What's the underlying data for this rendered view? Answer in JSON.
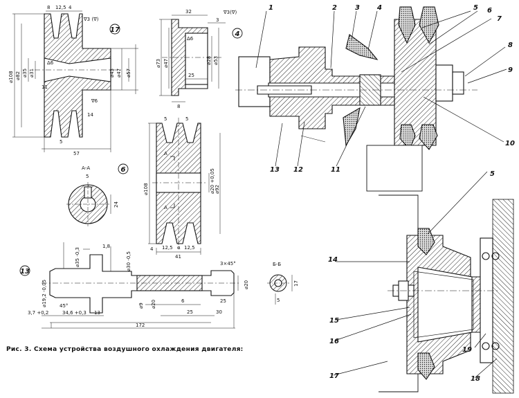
{
  "caption": "Рис. 3. Схема устройства воздушного охлаждения двигателя:",
  "views": {
    "pulley_17": {
      "circle_label": "17",
      "dims": [
        "8",
        "12,5",
        "4",
        "∇3 (∇)",
        "⌀108",
        "⌀82",
        "⌀35",
        "⌀31",
        "11",
        "Δ6",
        "∇6",
        "⌀43",
        "⌀47",
        "⌀57",
        "14",
        "5",
        "57"
      ]
    },
    "bushing_4": {
      "circle_label": "4",
      "dims": [
        "32",
        "3",
        "∇3(∇)",
        "⌀73",
        "⌀47",
        "25",
        "⌀28",
        "⌀53",
        "Δ6",
        "8"
      ]
    },
    "section_6": {
      "circle_label": "6",
      "dims": [
        "А-А",
        "5",
        "24"
      ]
    },
    "pulley_main": {
      "dims": [
        "5",
        "5",
        "А",
        "А",
        "⌀108",
        "⌀20 +0,05",
        "⌀92",
        "4",
        "12,5",
        "α",
        "12,5",
        "41"
      ]
    },
    "shaft_13": {
      "circle_label": "13",
      "dims": [
        "⌀35 -0,3",
        "1,8",
        "⌀30 -0,5",
        "3×45°",
        "Б-Б",
        "⌀19,2 -0,05",
        "45°",
        "3,7 +0,2",
        "34,6 +0,3",
        "13",
        "⌀9",
        "⌀20",
        "6",
        "25",
        "25",
        "30",
        "⌀20",
        "17",
        "5",
        "172"
      ]
    }
  },
  "callouts": [
    "1",
    "2",
    "3",
    "4",
    "5",
    "6",
    "7",
    "8",
    "9",
    "10",
    "11",
    "12",
    "13",
    "5",
    "14",
    "15",
    "16",
    "17",
    "18",
    "19"
  ],
  "colors": {
    "ink": "#111111",
    "paper": "#ffffff"
  }
}
